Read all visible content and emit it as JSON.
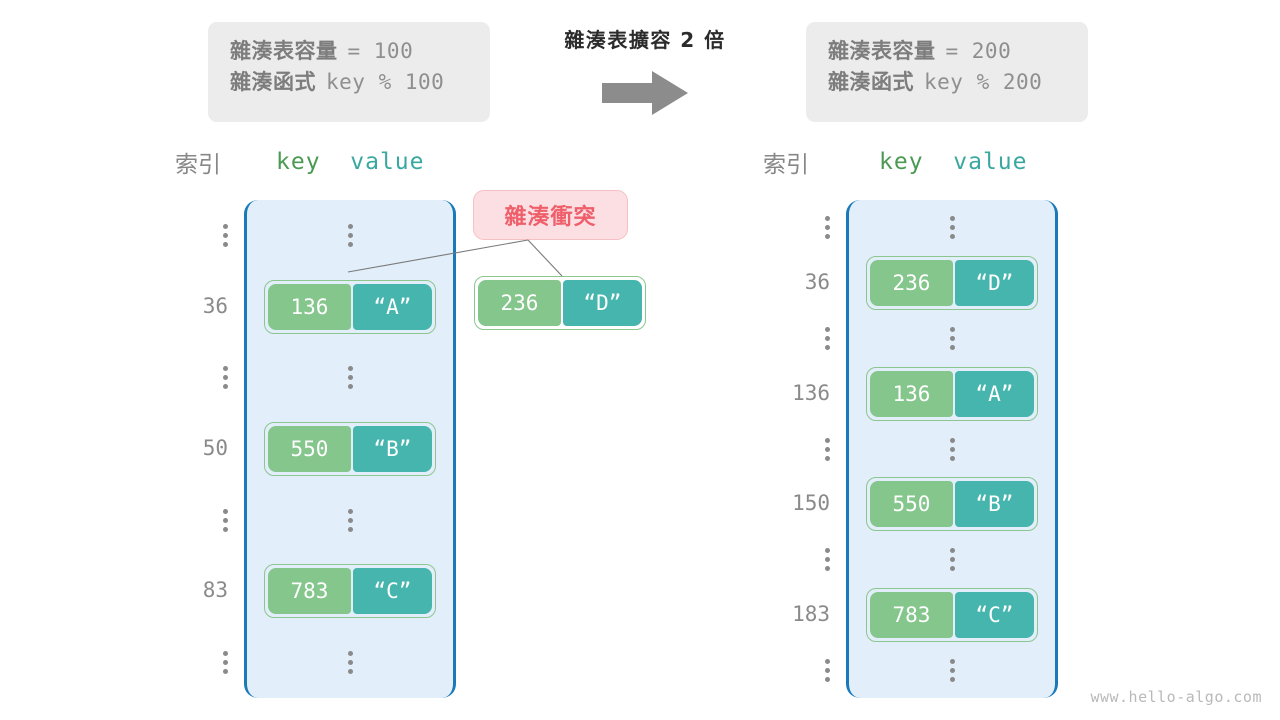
{
  "watermark": "www.hello-algo.com",
  "transform": {
    "label": "雜湊表擴容 2 倍",
    "arrow_icon": "right-arrow-icon"
  },
  "before_info": {
    "capacity_label": "雜湊表容量",
    "capacity_expr": "= 100",
    "function_label": "雜湊函式",
    "function_expr": "key % 100"
  },
  "after_info": {
    "capacity_label": "雜湊表容量",
    "capacity_expr": "= 200",
    "function_label": "雜湊函式",
    "function_expr": "key % 200"
  },
  "collision": {
    "label": "雜湊衝突"
  },
  "before_table": {
    "header_index": "索引",
    "header_key": "key",
    "header_value": "value",
    "rows": [
      {
        "type": "dots",
        "index": ""
      },
      {
        "type": "entry",
        "index": "36",
        "key": "136",
        "value": "“A”"
      },
      {
        "type": "dots",
        "index": ""
      },
      {
        "type": "entry",
        "index": "50",
        "key": "550",
        "value": "“B”"
      },
      {
        "type": "dots",
        "index": ""
      },
      {
        "type": "entry",
        "index": "83",
        "key": "783",
        "value": "“C”"
      },
      {
        "type": "dots",
        "index": ""
      }
    ]
  },
  "detached_entry": {
    "key": "236",
    "value": "“D”"
  },
  "after_table": {
    "header_index": "索引",
    "header_key": "key",
    "header_value": "value",
    "rows": [
      {
        "type": "dots",
        "index": ""
      },
      {
        "type": "entry",
        "index": "36",
        "key": "236",
        "value": "“D”"
      },
      {
        "type": "dots",
        "index": ""
      },
      {
        "type": "entry",
        "index": "136",
        "key": "136",
        "value": "“A”"
      },
      {
        "type": "dots",
        "index": ""
      },
      {
        "type": "entry",
        "index": "150",
        "key": "550",
        "value": "“B”"
      },
      {
        "type": "dots",
        "index": ""
      },
      {
        "type": "entry",
        "index": "183",
        "key": "783",
        "value": "“C”"
      },
      {
        "type": "dots",
        "index": ""
      }
    ]
  },
  "colors": {
    "panel_fill": "#e2eefa",
    "panel_border": "#1a7ab9",
    "key_cell": "#85c68c",
    "value_cell": "#46b5ae",
    "entry_border": "#8cc68f",
    "callout_fill": "#fbdfe2",
    "callout_border": "#f6c0c4",
    "callout_text": "#ef5f6b",
    "info_fill": "#ececec",
    "muted_text": "#8a8a8a"
  }
}
